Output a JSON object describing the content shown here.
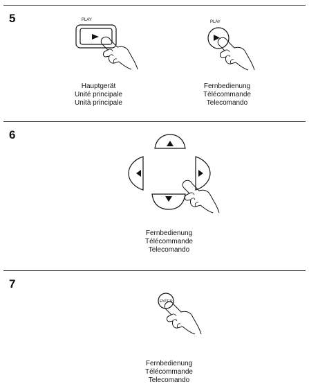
{
  "steps": [
    {
      "number": "5",
      "main_unit": {
        "button_label": "PLAY",
        "captions": [
          "Hauptgerät",
          "Unité principale",
          "Unità principale"
        ]
      },
      "remote": {
        "button_label": "PLAY",
        "captions": [
          "Fernbedienung",
          "Télécommande",
          "Telecomando"
        ]
      }
    },
    {
      "number": "6",
      "captions": [
        "Fernbedienung",
        "Télécommande",
        "Telecomando"
      ]
    },
    {
      "number": "7",
      "button_label": "ENTER",
      "captions": [
        "Fernbedienung",
        "Télécommande",
        "Telecomando"
      ]
    }
  ],
  "icons": [
    "play-button-icon",
    "cursor-up-icon",
    "cursor-down-icon",
    "cursor-left-icon",
    "cursor-right-icon",
    "enter-button-icon",
    "pointing-hand-icon"
  ]
}
